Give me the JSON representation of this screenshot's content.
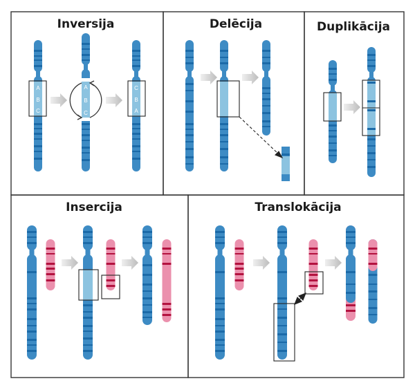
{
  "panels": {
    "inversion": {
      "title": "Inversija",
      "letters": [
        "A",
        "B",
        "C"
      ],
      "letters_inverted": [
        "C",
        "B",
        "A"
      ]
    },
    "deletion": {
      "title": "Delēcija"
    },
    "duplication": {
      "title": "Duplikācija"
    },
    "insertion": {
      "title": "Insercija"
    },
    "translocation": {
      "title": "Translokācija"
    }
  },
  "colors": {
    "chromosome_blue": "#3d8bc4",
    "band_dark_blue": "#1b6aa8",
    "band_light_blue": "#8cc3e0",
    "chromosome_pink": "#eb90ad",
    "band_dark_pink": "#b3123f",
    "arrow_gray": "#c6c6c6",
    "frame": "#333333"
  }
}
